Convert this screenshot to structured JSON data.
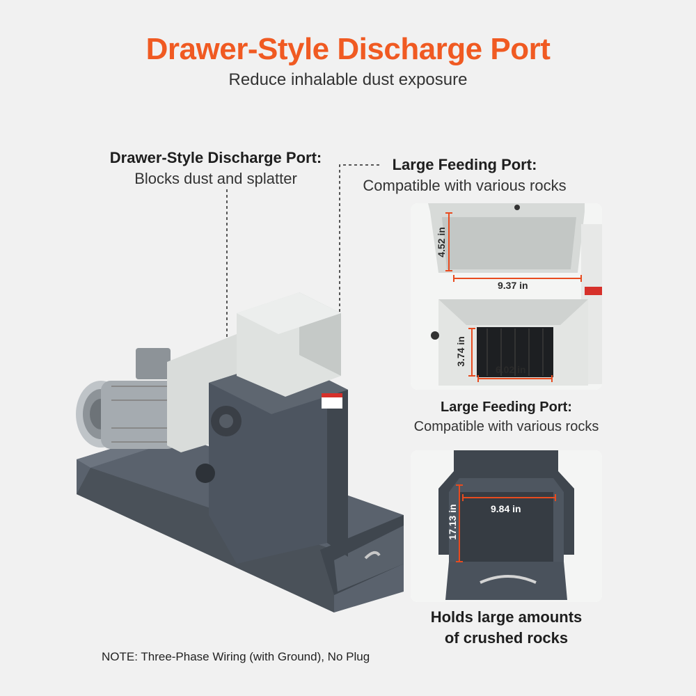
{
  "header": {
    "title": "Drawer-Style Discharge Port",
    "subtitle": "Reduce inhalable dust exposure"
  },
  "callouts": {
    "discharge": {
      "title": "Drawer-Style Discharge Port:",
      "desc": "Blocks dust and splatter"
    },
    "feeding": {
      "title": "Large Feeding Port:",
      "desc": "Compatible with various rocks"
    }
  },
  "feeding_card": {
    "dims": {
      "top_height": "4.52 in",
      "top_width": "9.37 in",
      "inner_height": "3.74 in",
      "inner_width": "6.02 in"
    },
    "caption_title": "Large Feeding Port:",
    "caption_desc": "Compatible with various rocks"
  },
  "drawer_card": {
    "dims": {
      "width": "9.84 in",
      "depth": "17.13 in"
    },
    "caption_line1": "Holds large amounts",
    "caption_line2": "of crushed rocks"
  },
  "note": "NOTE: Three-Phase Wiring (with Ground), No Plug",
  "colors": {
    "accent": "#f05a22",
    "machine_body": "#4d5560",
    "hopper": "#dfe2e0",
    "dimension_line": "#e84b1f"
  }
}
